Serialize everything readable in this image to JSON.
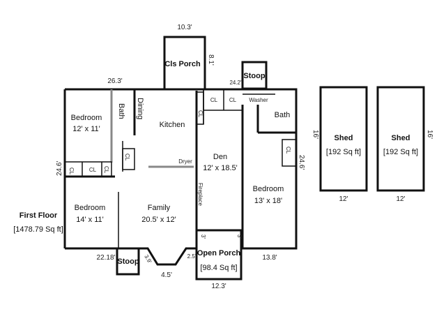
{
  "plan": {
    "floor_label": "First Floor",
    "floor_area": "[1478.79 Sq ft]",
    "rooms": {
      "bedroom_nw": {
        "name": "Bedroom",
        "size": "12' x 11'"
      },
      "bath_w": "Bath",
      "dining": "Dining",
      "kitchen": "Kitchen",
      "bedroom_sw": {
        "name": "Bedroom",
        "size": "14' x 11'"
      },
      "family": {
        "name": "Family",
        "size": "20.5' x 12'"
      },
      "den": {
        "name": "Den",
        "size": "12' x 18.5'"
      },
      "dryer": "Dryer",
      "fireplace": "Fireplace",
      "washer": "Washer",
      "bath_e": "Bath",
      "bedroom_e": {
        "name": "Bedroom",
        "size": "13' x 18'"
      },
      "cls_porch": "Cls Porch",
      "stoop_n": "Stoop",
      "stoop_s": "Stoop",
      "open_porch": {
        "name": "Open Porch",
        "area": "[98.4 Sq ft]"
      },
      "closet": "CL",
      "closet_flipped": "CL"
    },
    "dimensions": {
      "cls_porch_width": "10.3'",
      "cls_porch_depth": "8.1'",
      "top_left": "26.3'",
      "top_right": "24.2'",
      "left_side": "24.6'",
      "right_side": "24.6'",
      "bottom_left": "22.18'",
      "angled_a": "3.9'",
      "angled_mid": "4.5'",
      "angled_b": "2.5'",
      "open_porch_depth_l": "3'",
      "open_porch_depth_r": "3'",
      "open_porch_width": "12.3'",
      "bottom_right": "13.8'"
    }
  },
  "sheds": [
    {
      "name": "Shed",
      "area": "[192 Sq ft]",
      "side": "16'",
      "bottom": "12'"
    },
    {
      "name": "Shed",
      "area": "[192 Sq ft]",
      "side": "16'",
      "bottom": "12'"
    }
  ]
}
